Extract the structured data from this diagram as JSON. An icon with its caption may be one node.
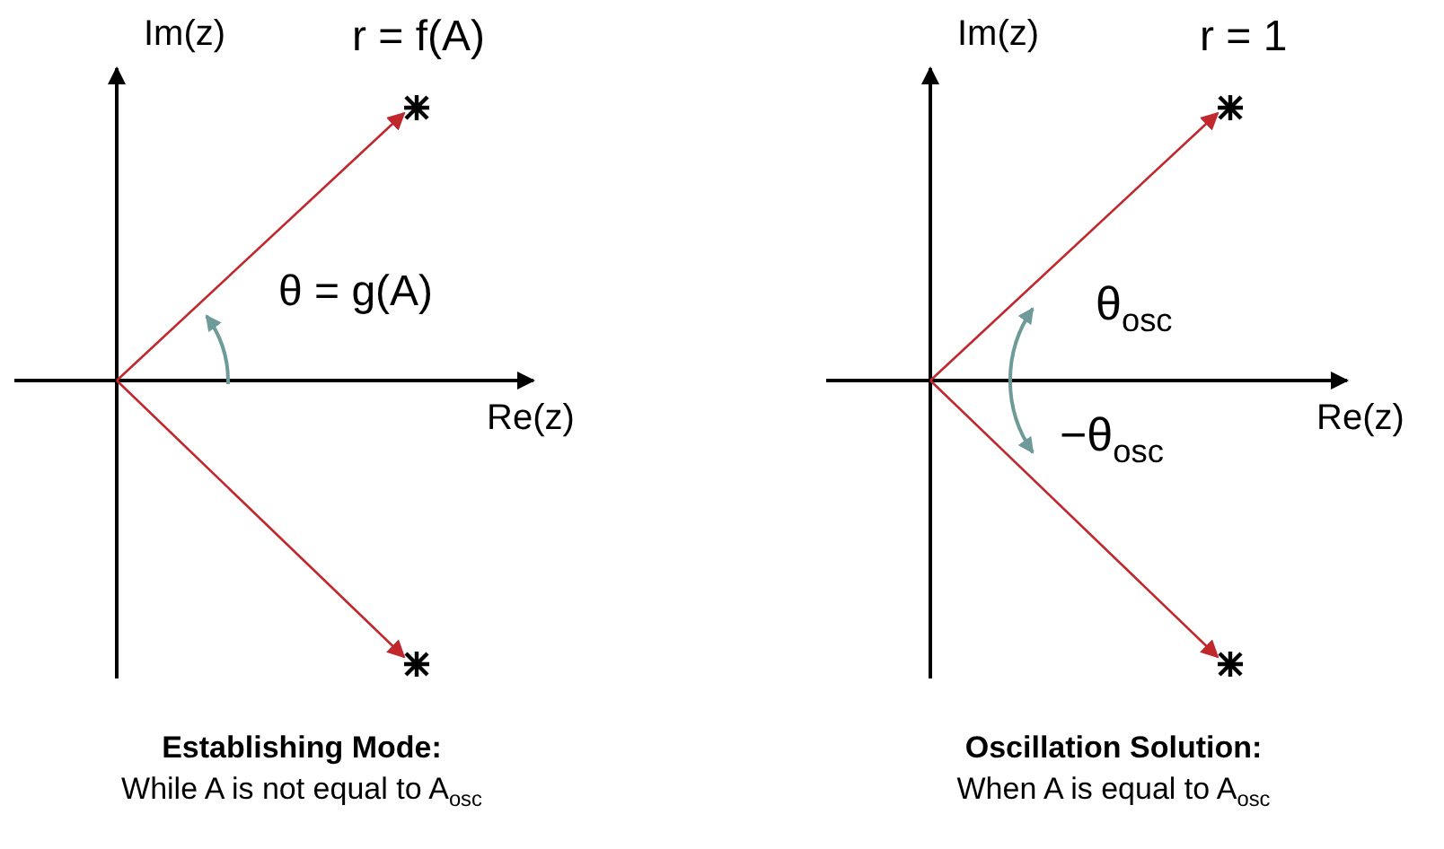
{
  "diagram": {
    "labels": [
      "Im(z)",
      "r = f(A)",
      "θ = g(A)",
      "Re(z)",
      "Im(z)",
      "r = 1",
      "θ$_{osc}$",
      "−θ$_{osc}$",
      "Re(z)",
      "Establishing Mode:",
      "While A is not equal to A$_{osc}$",
      "Oscillation Solution:",
      "When A is equal to A$_{osc}$"
    ]
  }
}
